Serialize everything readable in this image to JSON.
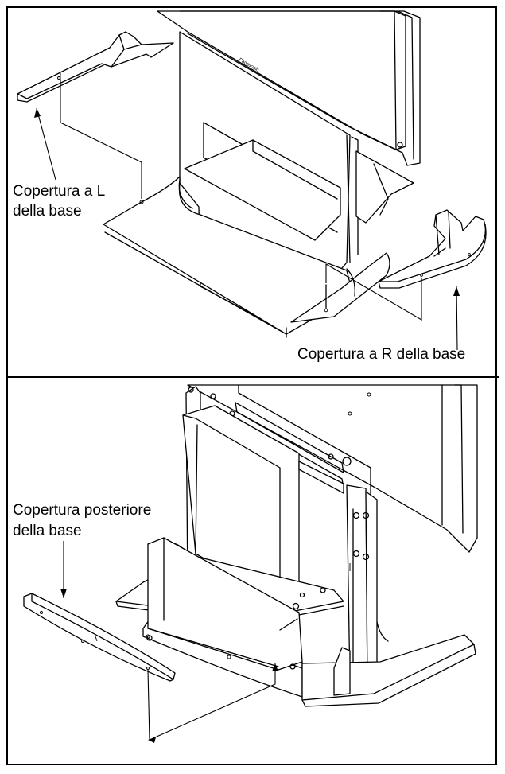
{
  "figure": {
    "top_panel": {
      "label_l_cover_line1": "Copertura a L",
      "label_l_cover_line2": "della base",
      "label_r_cover": "Copertura a R della base",
      "brand_mark": "Panasonic"
    },
    "bottom_panel": {
      "label_rear_cover_line1": "Copertura posteriore",
      "label_rear_cover_line2": "della base"
    }
  }
}
